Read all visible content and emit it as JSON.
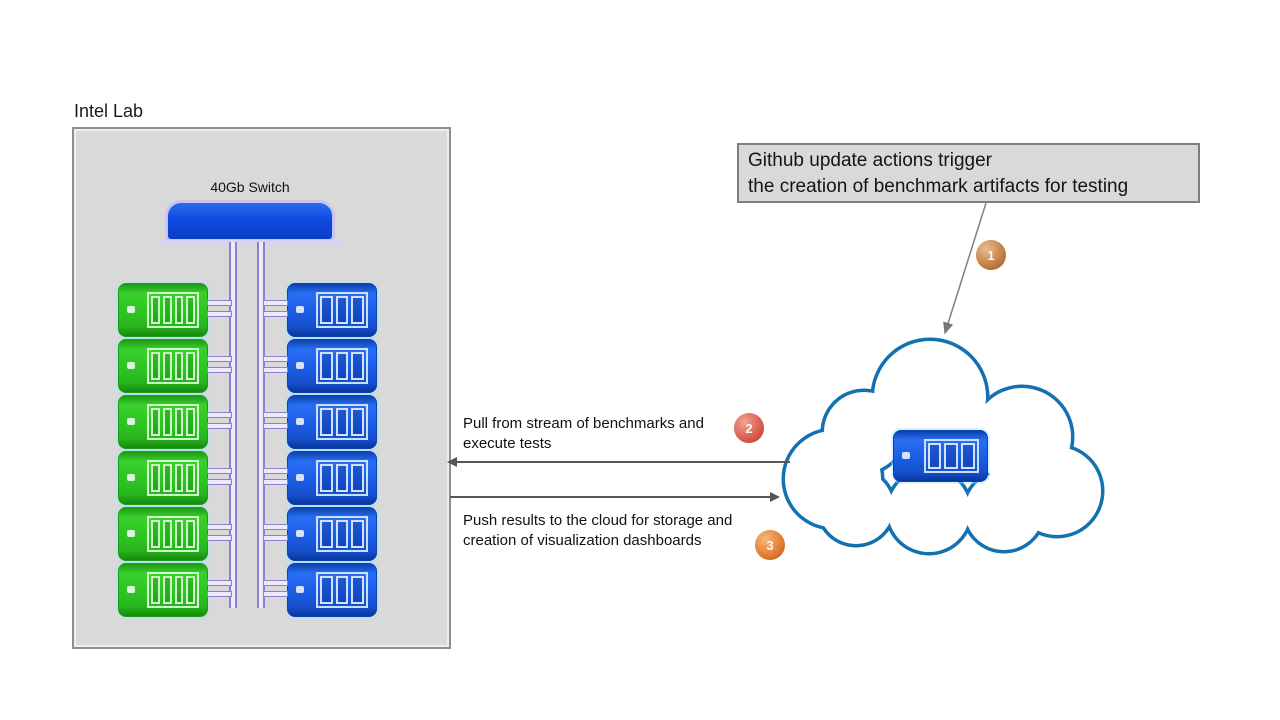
{
  "lab": {
    "title": "Intel Lab",
    "switch_label": "40Gb Switch",
    "green_servers": [
      "1",
      "2",
      "3",
      "4",
      "5",
      "6"
    ],
    "blue_servers": [
      "1",
      "2",
      "3",
      "4",
      "5",
      "6"
    ]
  },
  "github_note": {
    "lines": [
      "Github update actions trigger",
      "the creation of benchmark artifacts for testing"
    ]
  },
  "annotations": {
    "trigger": {
      "step": "1"
    },
    "pull": {
      "step": "2",
      "lines": [
        "Pull from stream of benchmarks and",
        "execute tests"
      ]
    },
    "push": {
      "step": "3",
      "lines": [
        "Push results to the cloud for storage and",
        "creation of visualization dashboards"
      ]
    }
  },
  "colors": {
    "lab_background": "#d9d9d9",
    "note_background": "#d9d9d9",
    "switch_blue": "#1453dc",
    "server_green": "#2ec324",
    "server_blue": "#1a5ce4",
    "link_lavender": "#8a80cc",
    "cloud_stroke": "#1371b1",
    "arrow_gray": "#555555",
    "step1_copper": "#c27a3e",
    "step2_red": "#d85848",
    "step3_orange": "#e07830"
  }
}
